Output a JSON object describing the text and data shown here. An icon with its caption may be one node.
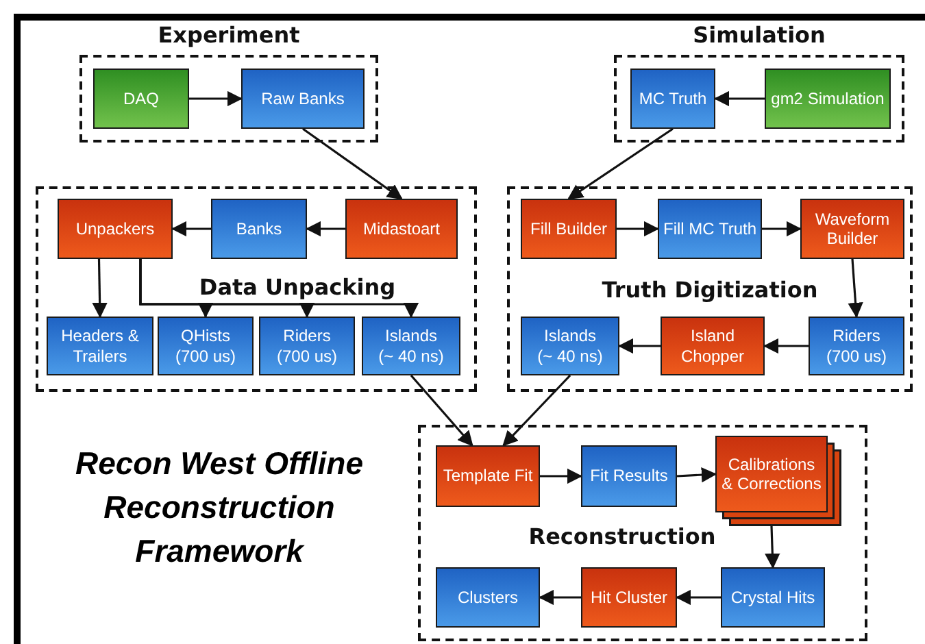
{
  "diagram": {
    "nodes": [
      {
        "text": [
          "Experiment"
        ]
      },
      {
        "text": [
          "DAQ"
        ],
        "in": 0
      },
      {
        "text": [
          "Raw Banks"
        ],
        "in": 0
      },
      {
        "text": [
          "Simulation"
        ]
      },
      {
        "text": [
          "MC Truth"
        ],
        "in": 3
      },
      {
        "text": [
          "gm2 Simulation"
        ],
        "in": 3
      },
      {
        "text": [
          "Data Unpacking"
        ]
      },
      {
        "text": [
          "Unpackers"
        ],
        "in": 6
      },
      {
        "text": [
          "Banks"
        ],
        "in": 6
      },
      {
        "text": [
          "Midastoart"
        ],
        "in": 6
      },
      {
        "text": [
          "Headers & Trailers"
        ],
        "in": 6
      },
      {
        "text": [
          "QHists (700 us)"
        ],
        "in": 6
      },
      {
        "text": [
          "Riders (700 us)"
        ],
        "in": 6
      },
      {
        "text": [
          "Islands (~ 40 ns)"
        ],
        "in": 6
      },
      {
        "text": [
          "Truth Digitization"
        ]
      },
      {
        "text": [
          "Fill Builder"
        ],
        "in": 14
      },
      {
        "text": [
          "Fill MC Truth"
        ],
        "in": 14
      },
      {
        "text": [
          "Waveform Builder"
        ],
        "in": 14
      },
      {
        "text": [
          "Islands (~ 40 ns)"
        ],
        "in": 14
      },
      {
        "text": [
          "Island Chopper"
        ],
        "in": 14
      },
      {
        "text": [
          "Riders (700 us)"
        ],
        "in": 14
      },
      {
        "text": [
          "Reconstruction"
        ]
      },
      {
        "text": [
          "Template Fit"
        ],
        "in": 21
      },
      {
        "text": [
          "Fit Results"
        ],
        "in": 21
      },
      {
        "text": [
          "Calibrations & Corrections"
        ],
        "in": 21
      },
      {
        "text": [
          "Crystal Hits"
        ],
        "in": 21
      },
      {
        "text": [
          "Hit Cluster"
        ],
        "in": 21
      },
      {
        "text": [
          "Clusters"
        ],
        "in": 21
      }
    ],
    "edges": [
      {
        "from": 1,
        "to": 2,
        "arrow": "to"
      },
      {
        "from": 2,
        "to": 9,
        "arrow": "to"
      },
      {
        "from": 5,
        "to": 4,
        "arrow": "to"
      },
      {
        "from": 4,
        "to": 15,
        "arrow": "to"
      },
      {
        "from": 9,
        "to": 8,
        "arrow": "to"
      },
      {
        "from": 8,
        "to": 7,
        "arrow": "to"
      },
      {
        "from": 7,
        "to": 10,
        "arrow": "to"
      },
      {
        "from": 7,
        "to": 11,
        "arrow": "to"
      },
      {
        "from": 7,
        "to": 12,
        "arrow": "to"
      },
      {
        "from": 7,
        "to": 13,
        "arrow": "to"
      },
      {
        "from": 15,
        "to": 16,
        "arrow": "to"
      },
      {
        "from": 16,
        "to": 17,
        "arrow": "to"
      },
      {
        "from": 17,
        "to": 20,
        "arrow": "to"
      },
      {
        "from": 20,
        "to": 19,
        "arrow": "to"
      },
      {
        "from": 19,
        "to": 18,
        "arrow": "to"
      },
      {
        "from": 13,
        "to": 22,
        "arrow": "to"
      },
      {
        "from": 18,
        "to": 22,
        "arrow": "to"
      },
      {
        "from": 22,
        "to": 23,
        "arrow": "to"
      },
      {
        "from": 23,
        "to": 24,
        "arrow": "to"
      },
      {
        "from": 24,
        "to": 25,
        "arrow": "to"
      },
      {
        "from": 25,
        "to": 26,
        "arrow": "to"
      },
      {
        "from": 26,
        "to": 27,
        "arrow": "to"
      }
    ],
    "labels": [
      "Recon West Offline Reconstruction Framework"
    ]
  }
}
